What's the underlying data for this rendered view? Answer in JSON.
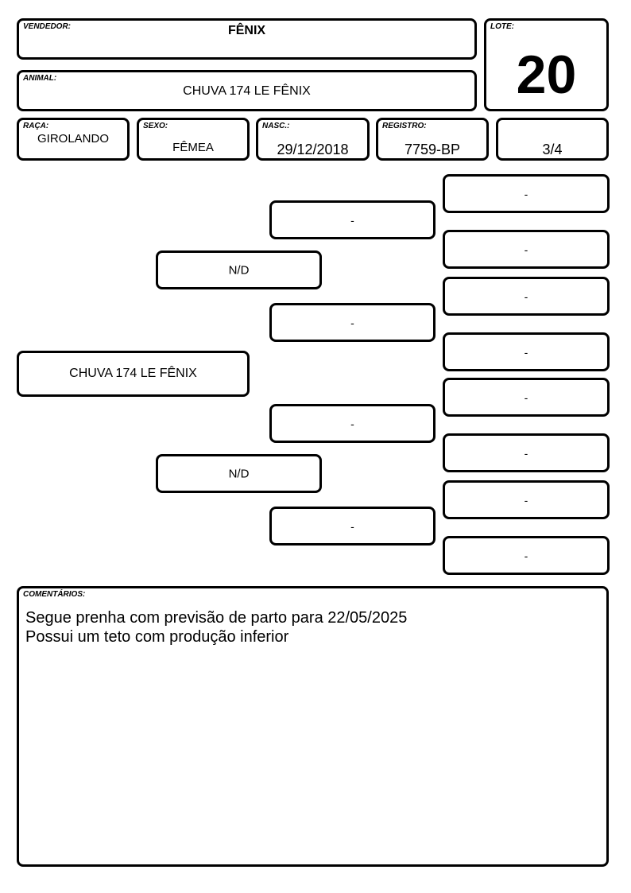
{
  "vendedor": {
    "label": "VENDEDOR:",
    "value": "FÊNIX"
  },
  "animal": {
    "label": "ANIMAL:",
    "value": "CHUVA 174 LE FÊNIX"
  },
  "lote": {
    "label": "LOTE:",
    "value": "20"
  },
  "raca": {
    "label": "RAÇA:",
    "value": "GIROLANDO"
  },
  "sexo": {
    "label": "SEXO:",
    "value": "FÊMEA"
  },
  "nascimento": {
    "label": "NASC.:",
    "value": "29/12/2018"
  },
  "registro": {
    "label": "REGISTRO:",
    "value": "7759-BP"
  },
  "grau_sangue": {
    "value": "3/4"
  },
  "pedigree": {
    "animal": "CHUVA 174 LE FÊNIX",
    "sire": "N/D",
    "dam": "N/D",
    "sire_sire": "-",
    "sire_dam": "-",
    "dam_sire": "-",
    "dam_dam": "-",
    "great_grandparents": [
      "-",
      "-",
      "-",
      "-",
      "-",
      "-",
      "-",
      "-"
    ]
  },
  "comentarios": {
    "label": "COMENTÁRIOS:",
    "lines": [
      "Segue prenha com previsão de parto para 22/05/2025",
      "Possui um teto com produção inferior"
    ]
  }
}
